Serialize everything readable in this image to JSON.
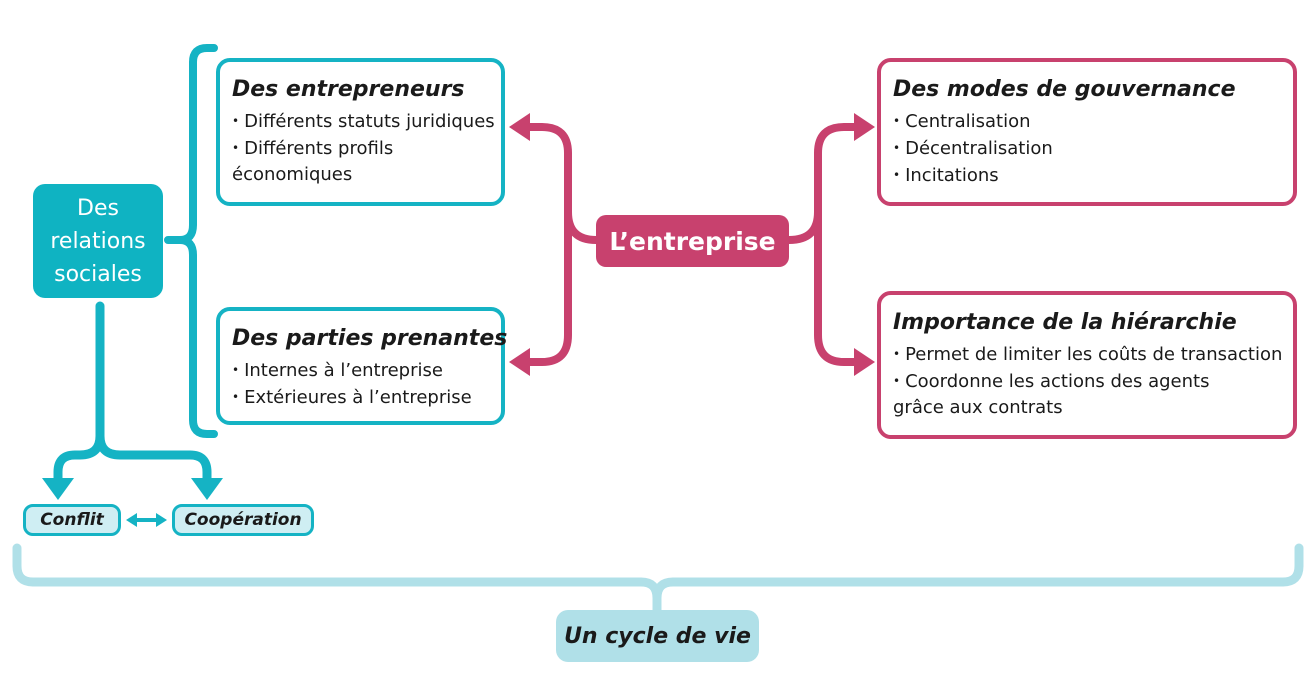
{
  "colors": {
    "teal": "#15b3c4",
    "pink": "#c8416e",
    "light_teal": "#b0e0e8",
    "pill_fill": "#cfeef3"
  },
  "center": {
    "label": "L’entreprise"
  },
  "relations": {
    "lines": [
      "Des",
      "relations",
      "sociales"
    ]
  },
  "entrepreneurs": {
    "title": "Des entrepreneurs",
    "items": [
      "Différents statuts juridiques",
      "Différents profils"
    ],
    "continuation": "économiques"
  },
  "parties": {
    "title": "Des parties prenantes",
    "items": [
      "Internes à l’entreprise",
      "Extérieures à l’entreprise"
    ]
  },
  "gouvernance": {
    "title": "Des modes de gouvernance",
    "items": [
      "Centralisation",
      "Décentralisation",
      "Incitations"
    ]
  },
  "hierarchie": {
    "title": "Importance de la hiérarchie",
    "items": [
      "Permet de limiter les coûts de transaction",
      "Coordonne les actions des agents"
    ],
    "continuation": "grâce aux contrats"
  },
  "outcomes": {
    "conflit": "Conflit",
    "cooperation": "Coopération"
  },
  "cycle": {
    "label": "Un cycle de vie"
  }
}
